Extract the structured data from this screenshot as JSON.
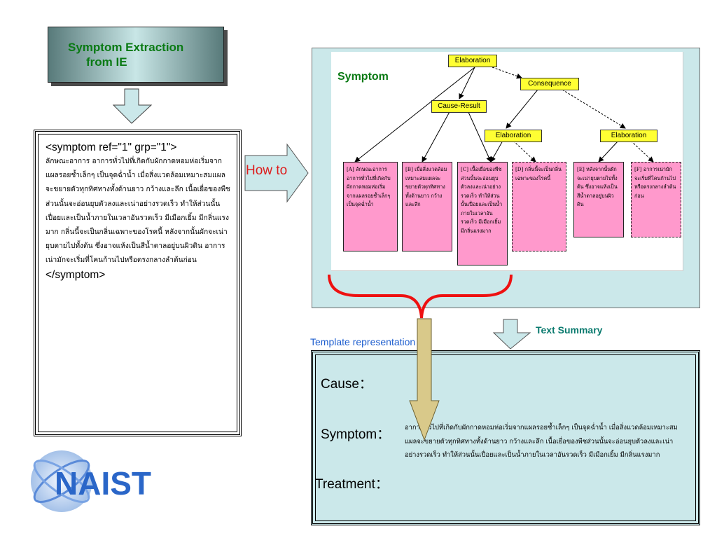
{
  "title": {
    "line1": "Symptom Extraction",
    "line2": "from  IE"
  },
  "document": {
    "open_tag": "<symptom ref=\"1\" grp=\"1\">",
    "text": "ลักษณะอาการ อาการทั่วไปที่เกิดกับผักกาดหอมห่อเริ่มจากแผลรอยช้ำเล็กๆ เป็นจุดฉ่ำน้ำ เมื่อสิ่งแวดล้อมเหมาะสมแผลจะขยายตัวทุกทิศทางทั้งด้านยาว กว้างและลึก เนื้อเยื่อของพืชส่วนนั้นจะอ่อนยุบตัวลงและเน่าอย่างรวดเร็ว ทำให้ส่วนนั้นเปื่อยและเป็นน้ำภายในเวลาอันรวดเร็ว มีเมือกเยิ้ม มีกลิ่นแรงมาก กลิ่นนี้จะเป็นกลิ่นเฉพาะของโรคนี้ หลังจากนั้นผักจะเน่ายุบตายไปทั้งต้น ซึ่งอาจแห้งเป็นสีน้ำตาลอยู่บนผิวดิน อาการเน่ามักจะเริ่มที่โคนก้านไปหรือตรงกลางลำต้นก่อน",
    "close_tag": "</symptom>"
  },
  "how_to": "How to",
  "diagram": {
    "label": "Symptom",
    "nodes": {
      "elaboration_top": "Elaboration",
      "consequence": "Consequence",
      "cause_result": "Cause-Result",
      "elaboration_mid": "Elaboration",
      "elaboration_right": "Elaboration"
    },
    "leaves": [
      {
        "text": "[A] ลักษณะอาการ อาการทั่วไปที่เกิดกับผักกาดหอมห่อเริ่มจากแผลรอยช้ำเล็กๆ เป็นจุดฉ่ำน้ำ"
      },
      {
        "text": "[B] เมื่อสิ่งแวดล้อมเหมาะสมแผลจะขยายตัวทุกทิศทางทั้งด้านยาว กว้างและลึก"
      },
      {
        "text": "[C] เนื้อเยื่อของพืชส่วนนั้นจะอ่อนยุบตัวลงและเน่าอย่างรวดเร็ว ทำให้ส่วนนั้นเปื่อยและเป็นน้ำภายในเวลาอันรวดเร็ว มีเมือกเยิ้ม มีกลิ่นแรงมาก"
      },
      {
        "text": "[D] กลิ่นนี้จะเป็นกลิ่นเฉพาะของโรคนี้"
      },
      {
        "text": "[E] หลังจากนั้นผักจะเน่ายุบตายไปทั้งต้น ซึ่งอาจแห้งเป็นสีน้ำตาลอยู่บนผิวดิน"
      },
      {
        "text": "[F] อาการเน่ามักจะเริ่มที่โคนก้านไปหรือตรงกลางลำต้นก่อน"
      }
    ]
  },
  "labels": {
    "template": "Template representation",
    "summary": "Text Summary"
  },
  "template": {
    "cause_label": "Cause：",
    "symptom_label": "Symptom：",
    "symptom_text": "อาการทั่วไปที่เกิดกับผักกาดหอมห่อเริ่มจากแผลรอยช้ำเล็กๆ เป็นจุดฉ่ำน้ำ เมื่อสิ่งแวดล้อมเหมาะสมแผลจะขยายตัวทุกทิศทางทั้งด้านยาว กว้างและลึก เนื้อเยื่อของพืชส่วนนั้นจะอ่อนยุบตัวลงและเน่าอย่างรวดเร็ว ทำให้ส่วนนั้นเปื่อยและเป็นน้ำภายในเวลาอันรวดเร็ว มีเมือกเยิ้ม มีกลิ่นแรงมาก",
    "treatment_label": "Treatment："
  },
  "logo": {
    "text": "NAIST"
  },
  "colors": {
    "accent_green": "#0a7a14",
    "node_yellow": "#ffff33",
    "leaf_pink": "#ff99cc",
    "panel": "#cbe8ea",
    "brace_red": "#ee1111"
  }
}
